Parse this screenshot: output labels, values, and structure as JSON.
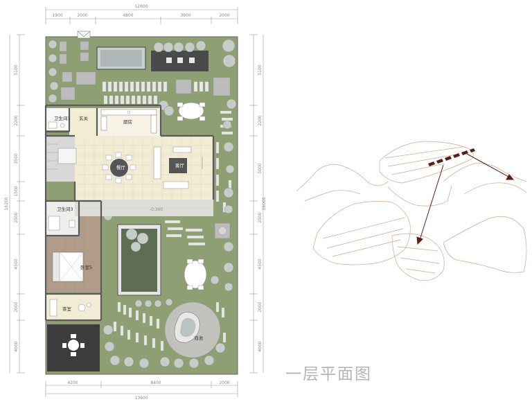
{
  "title": "一层平面图",
  "dimensions": {
    "top_total": "12600",
    "top_segments": [
      "1900",
      "2000",
      "4800",
      "3900",
      "2000"
    ],
    "bottom_segments": [
      "4200",
      "8400",
      "2000"
    ],
    "bottom_total": "13600",
    "left_segments": [
      "5100",
      "2200",
      "3500",
      "1500",
      "2500",
      "4500",
      "2000",
      "4000"
    ],
    "left_total": "16200",
    "right_segments": [
      "5100",
      "2200",
      "5000",
      "2500",
      "4500",
      "2000",
      "4000"
    ],
    "right_total": "16000"
  },
  "rooms": {
    "bathroom1": "卫生间1",
    "entrance": "玄关",
    "kitchen": "厨房",
    "dining": "餐厅",
    "living": "客厅",
    "bathroom3": "卫生间3",
    "bedroom": "卧室5",
    "tea_room": "茶室",
    "hot_spring": "泡池"
  },
  "level_mark": "-0.300",
  "colors": {
    "lawn": "#8e9f73",
    "floor": "#f2ecd5",
    "wood": "#b19c8a",
    "wall": "#5a5a5a",
    "pool": "#5d6e52",
    "sketch_line": "#c9a98b",
    "arrow": "#5a1f15",
    "deck": "#3c3c3c"
  }
}
